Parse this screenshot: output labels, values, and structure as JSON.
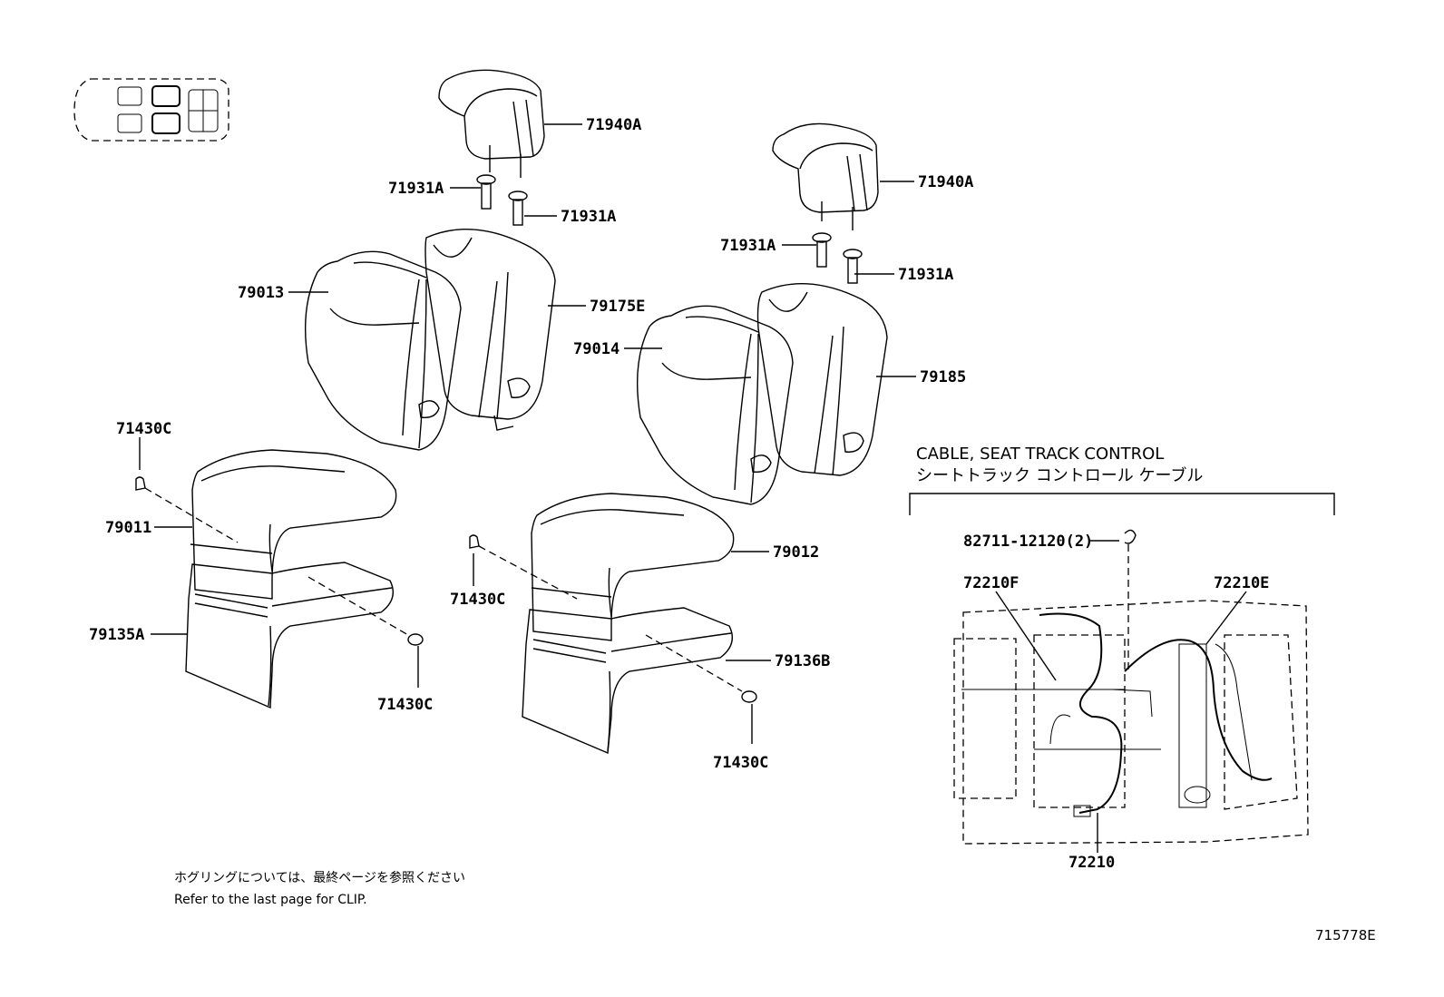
{
  "labels": {
    "headrest_left": "71940A",
    "headrest_right": "71940A",
    "support_ll": "71931A",
    "support_lr": "71931A",
    "support_rl": "71931A",
    "support_rr": "71931A",
    "back_cover_left": "79013",
    "back_pad_left": "79175E",
    "back_cover_right": "79014",
    "back_pad_right": "79185",
    "clip_a": "71430C",
    "clip_b": "71430C",
    "clip_c": "71430C",
    "clip_d": "71430C",
    "cushion_cover_left": "79011",
    "cushion_pad_left": "79135A",
    "cushion_cover_right": "79012",
    "cushion_pad_right": "79136B",
    "cable_clip": "82711-12120(2)",
    "cable_f": "72210F",
    "cable_e": "72210E",
    "cable_main": "72210"
  },
  "inset": {
    "title_en": "CABLE, SEAT TRACK CONTROL",
    "title_jp": "シートトラック コントロール ケーブル"
  },
  "notes": {
    "jp": "ホグリングについては、最終ページを参照ください",
    "en": "Refer to the last page for CLIP."
  },
  "figure_number": "715778E"
}
